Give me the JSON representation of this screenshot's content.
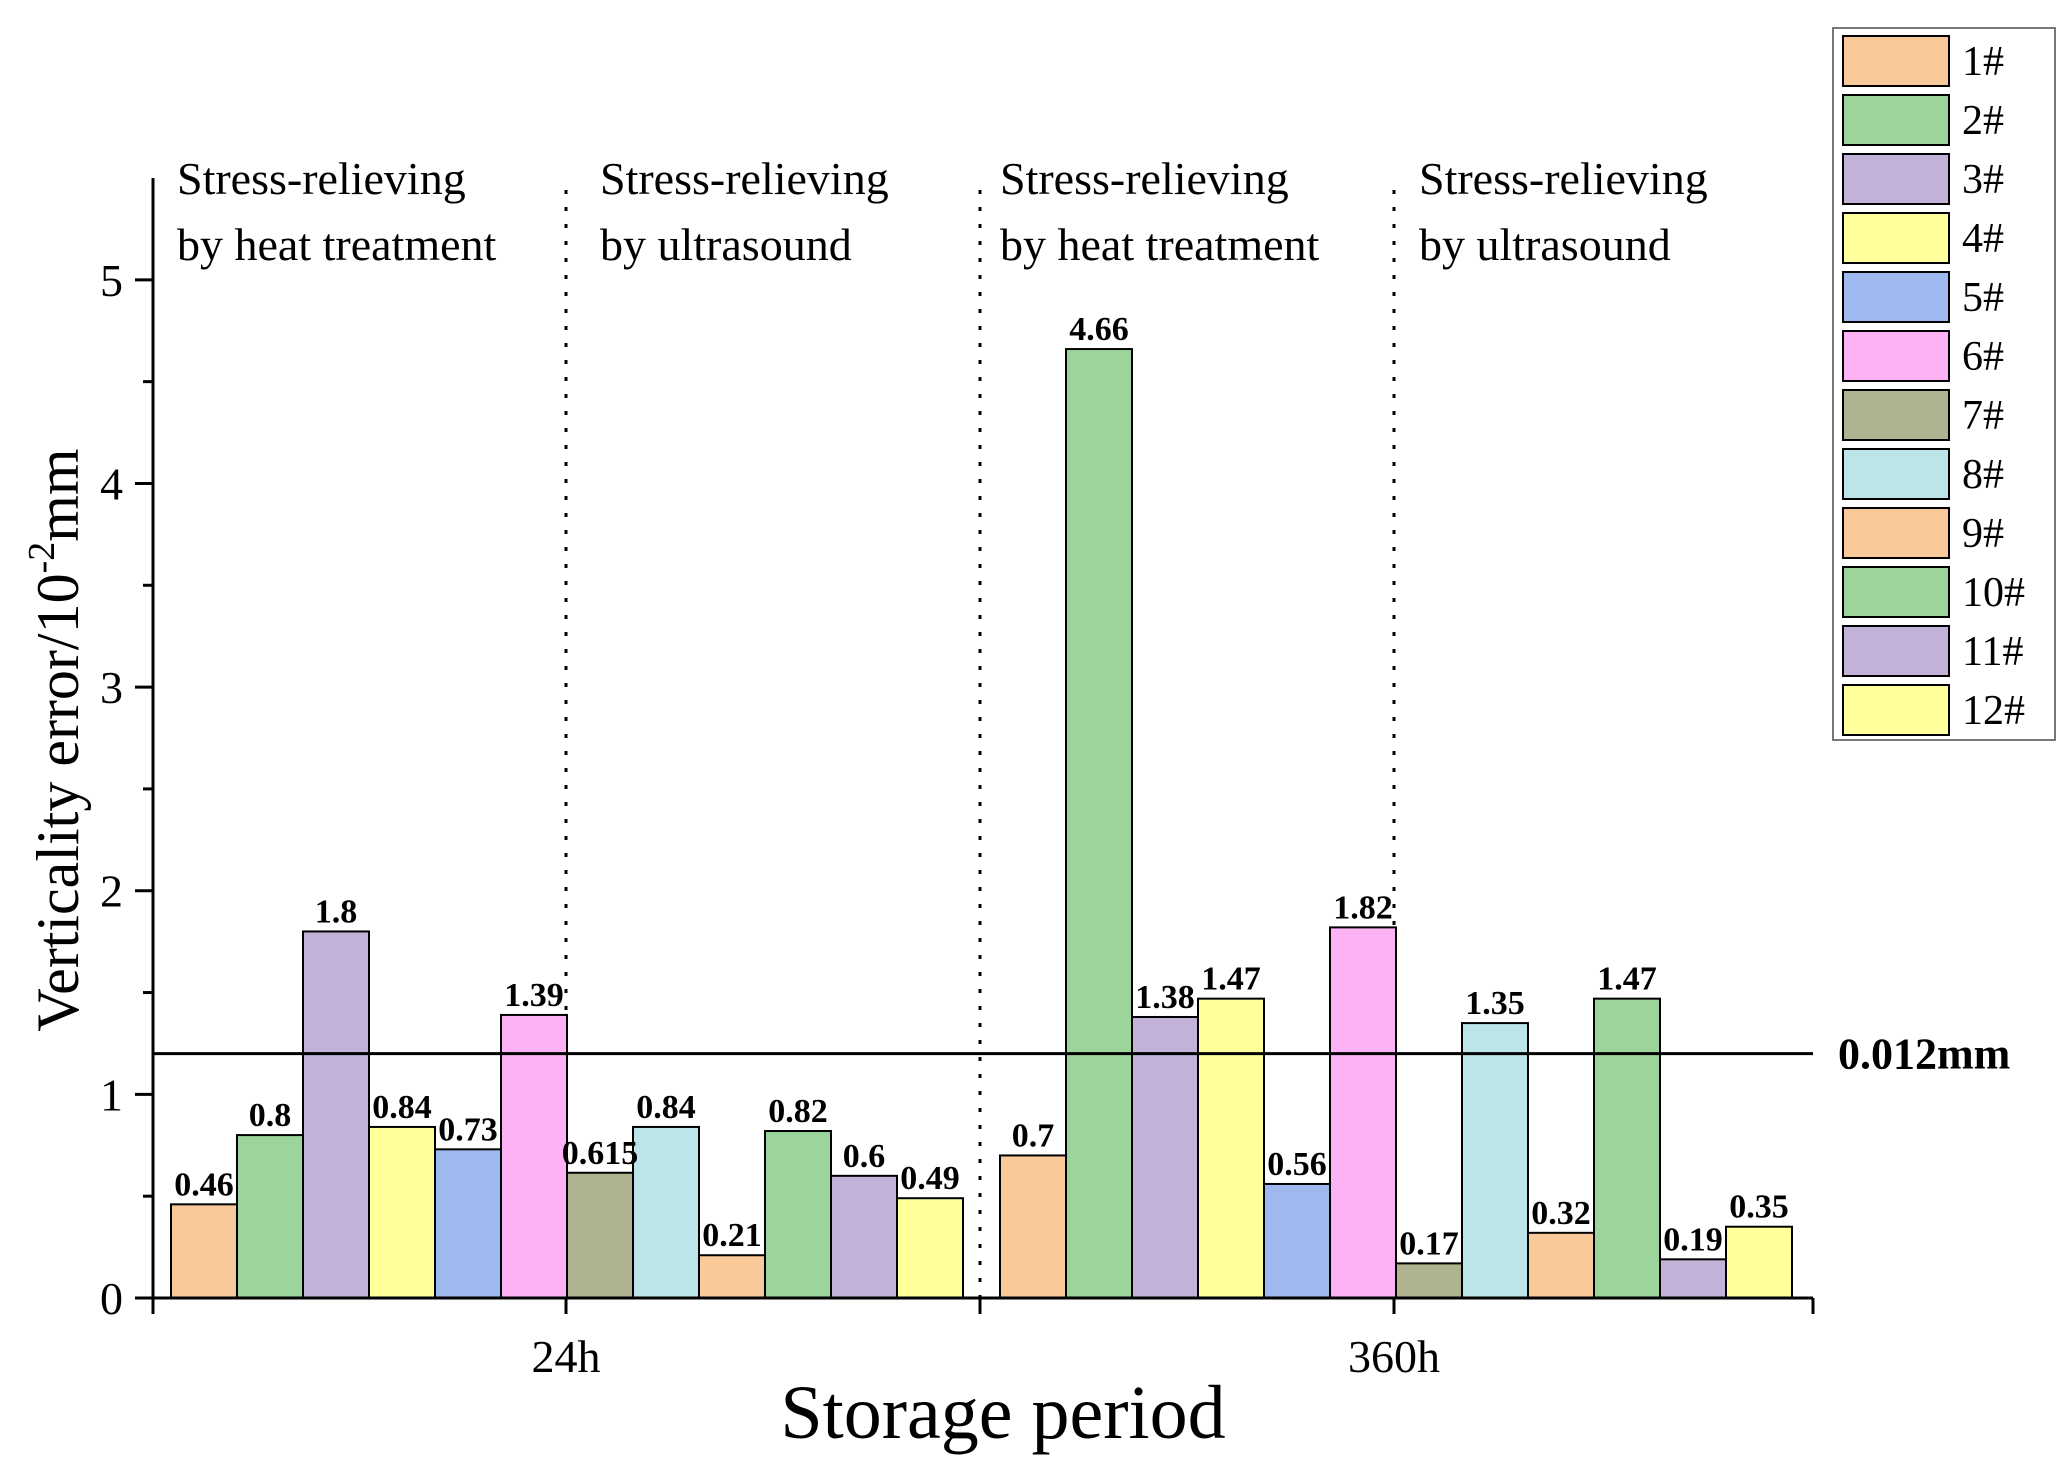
{
  "chart_data": {
    "type": "bar",
    "title": "",
    "xlabel": "Storage period",
    "ylabel": "Verticality error/10",
    "ylabel_sup": "-2",
    "ylabel_unit": "mm",
    "ylim": [
      0,
      5.5
    ],
    "yticks": [
      "0",
      "1",
      "2",
      "3",
      "4",
      "5"
    ],
    "categories": [
      "24h",
      "360h"
    ],
    "legend_position": "top-right",
    "grid": false,
    "groups": [
      {
        "label_line1": "Stress-relieving",
        "label_line2": "by heat treatment"
      },
      {
        "label_line1": "Stress-relieving",
        "label_line2": "by ultrasound"
      },
      {
        "label_line1": "Stress-relieving",
        "label_line2": "by heat treatment"
      },
      {
        "label_line1": "Stress-relieving",
        "label_line2": "by ultrasound"
      }
    ],
    "series": [
      {
        "name": "1#",
        "color": "#F9C99A",
        "values": [
          0.46,
          0.7
        ]
      },
      {
        "name": "2#",
        "color": "#9BD59B",
        "values": [
          0.8,
          4.66
        ]
      },
      {
        "name": "3#",
        "color": "#C2B2D8",
        "values": [
          1.8,
          1.38
        ]
      },
      {
        "name": "4#",
        "color": "#FFFF9C",
        "values": [
          0.84,
          1.47
        ]
      },
      {
        "name": "5#",
        "color": "#9DB9F0",
        "values": [
          0.73,
          0.56
        ]
      },
      {
        "name": "6#",
        "color": "#FDB2F5",
        "values": [
          1.39,
          1.82
        ]
      },
      {
        "name": "7#",
        "color": "#B0B38F",
        "values": [
          0.615,
          0.17
        ]
      },
      {
        "name": "8#",
        "color": "#BBE5E9",
        "values": [
          0.84,
          1.35
        ]
      },
      {
        "name": "9#",
        "color": "#F9C99A",
        "values": [
          0.21,
          0.32
        ]
      },
      {
        "name": "10#",
        "color": "#9BD59B",
        "values": [
          0.82,
          1.47
        ]
      },
      {
        "name": "11#",
        "color": "#C2B2D8",
        "values": [
          0.6,
          0.19
        ]
      },
      {
        "name": "12#",
        "color": "#FFFF9C",
        "values": [
          0.49,
          0.35
        ]
      }
    ],
    "reference_line": {
      "value": 1.2,
      "label": "0.012mm"
    }
  }
}
